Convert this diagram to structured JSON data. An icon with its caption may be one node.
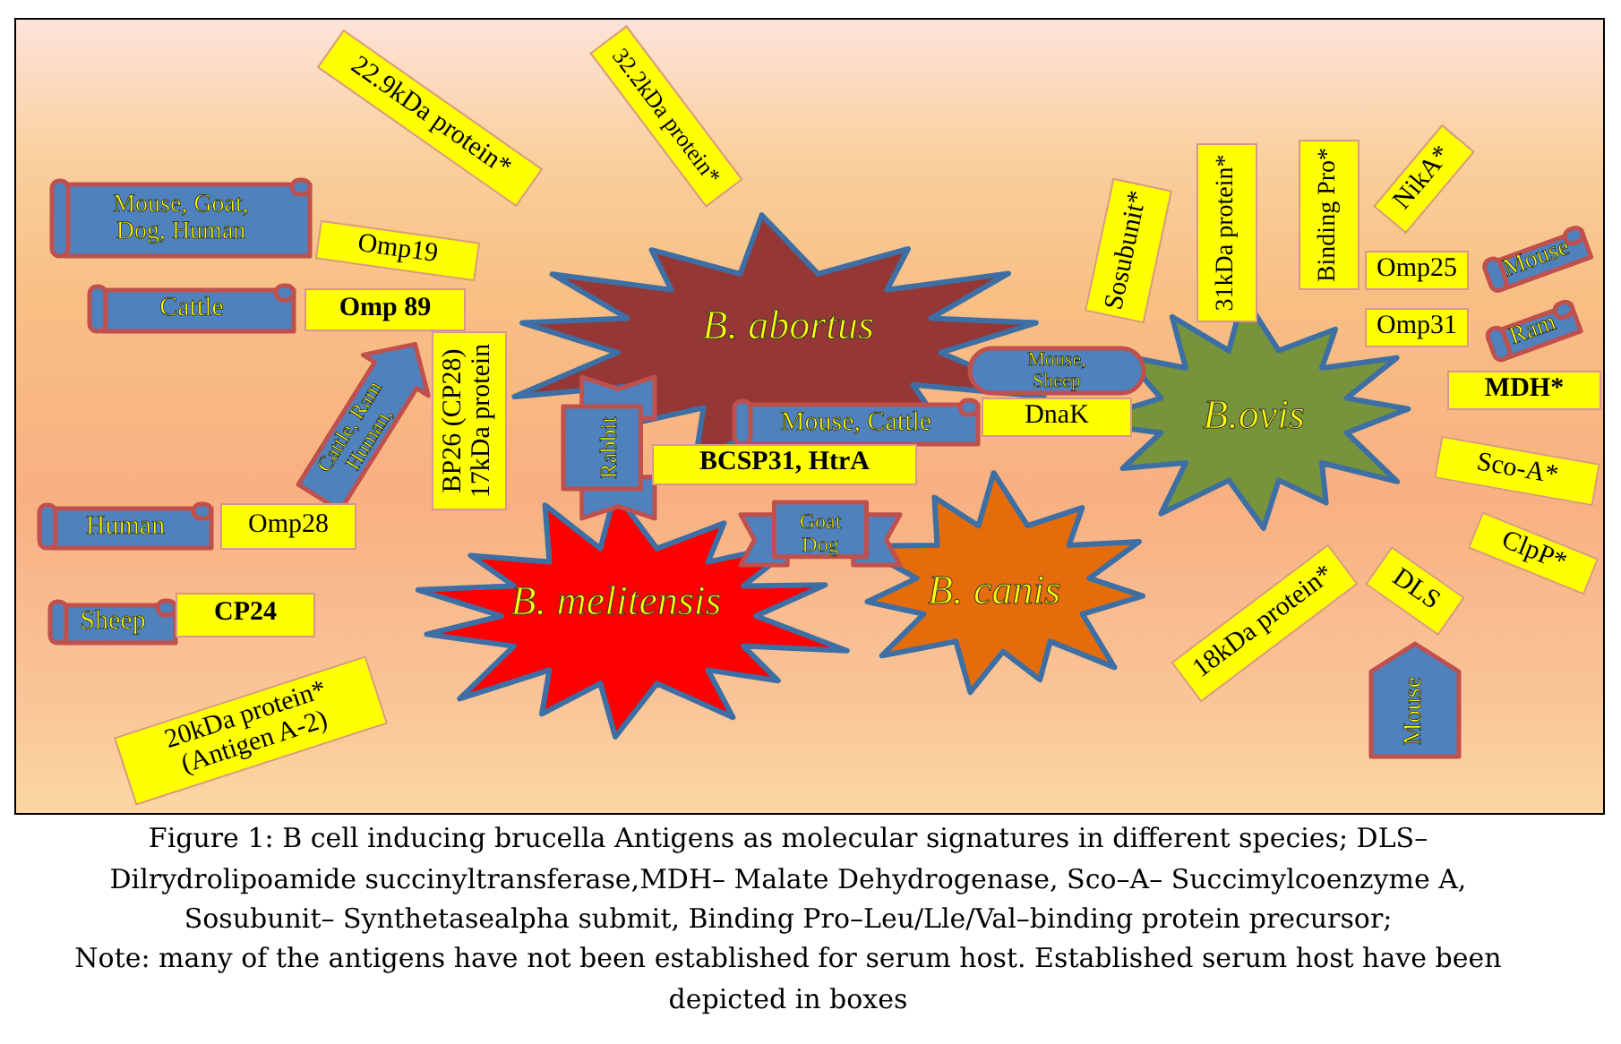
{
  "diagram": {
    "caption": "Figure 1: B cell inducing brucella Antigens as molecular signatures in different species; DLS– Dilrydrolipoamide succinyltransferase,MDH– Malate Dehydrogenase, Sco–A– Succimylcoenzyme A, Sosubunit– Synthetasealpha submit, Binding Pro–Leu/Lle/Val–binding protein precursor;",
    "nodes": [
      {
        "text": [
          "22.9kDa protein*"
        ]
      },
      {
        "text": [
          "32.2kDa protein*"
        ]
      },
      {
        "text": [
          "Mouse, Goat, Dog, Human"
        ]
      },
      {
        "text": [
          "Omp19"
        ]
      },
      {
        "text": [
          "Cattle"
        ]
      },
      {
        "text": [
          "Omp 89"
        ]
      },
      {
        "text": [
          "B. abortus"
        ]
      },
      {
        "text": [
          "Cattle, Ram Human,"
        ]
      },
      {
        "text": [
          "BP26 (CP28) 17kDa protein"
        ]
      },
      {
        "text": [
          "Rabbit"
        ]
      },
      {
        "text": [
          "Mouse, Cattle"
        ]
      },
      {
        "text": [
          "BCSP31, HtrA"
        ]
      },
      {
        "text": [
          "Mouse, Sheep"
        ]
      },
      {
        "text": [
          "DnaK"
        ]
      },
      {
        "text": [
          "Sosubunit*"
        ]
      },
      {
        "text": [
          "31kDa protein*"
        ]
      },
      {
        "text": [
          "Binding Pro*"
        ]
      },
      {
        "text": [
          "NikA*"
        ]
      },
      {
        "text": [
          "Omp25"
        ]
      },
      {
        "text": [
          "Mouse"
        ]
      },
      {
        "text": [
          "Omp31"
        ]
      },
      {
        "text": [
          "Ram"
        ]
      },
      {
        "text": [
          "MDH*"
        ]
      },
      {
        "text": [
          "B.ovis"
        ]
      },
      {
        "text": [
          "Sco-A*"
        ]
      },
      {
        "text": [
          "ClpP*"
        ]
      },
      {
        "text": [
          "DLS"
        ]
      },
      {
        "text": [
          "Mouse"
        ]
      },
      {
        "text": [
          "18kDa protein*"
        ]
      },
      {
        "text": [
          "Human"
        ]
      },
      {
        "text": [
          "Omp28"
        ]
      },
      {
        "text": [
          "Goat Dog"
        ]
      },
      {
        "text": [
          "B. canis"
        ]
      },
      {
        "text": [
          "Sheep"
        ]
      },
      {
        "text": [
          "CP24"
        ]
      },
      {
        "text": [
          "B. melitensis"
        ]
      },
      {
        "text": [
          "20kDa protein* (Antigen A-2)"
        ]
      }
    ],
    "labels": [
      "Note: many of the antigens have not been established for serum host. Established serum host have been depicted in boxes"
    ]
  }
}
